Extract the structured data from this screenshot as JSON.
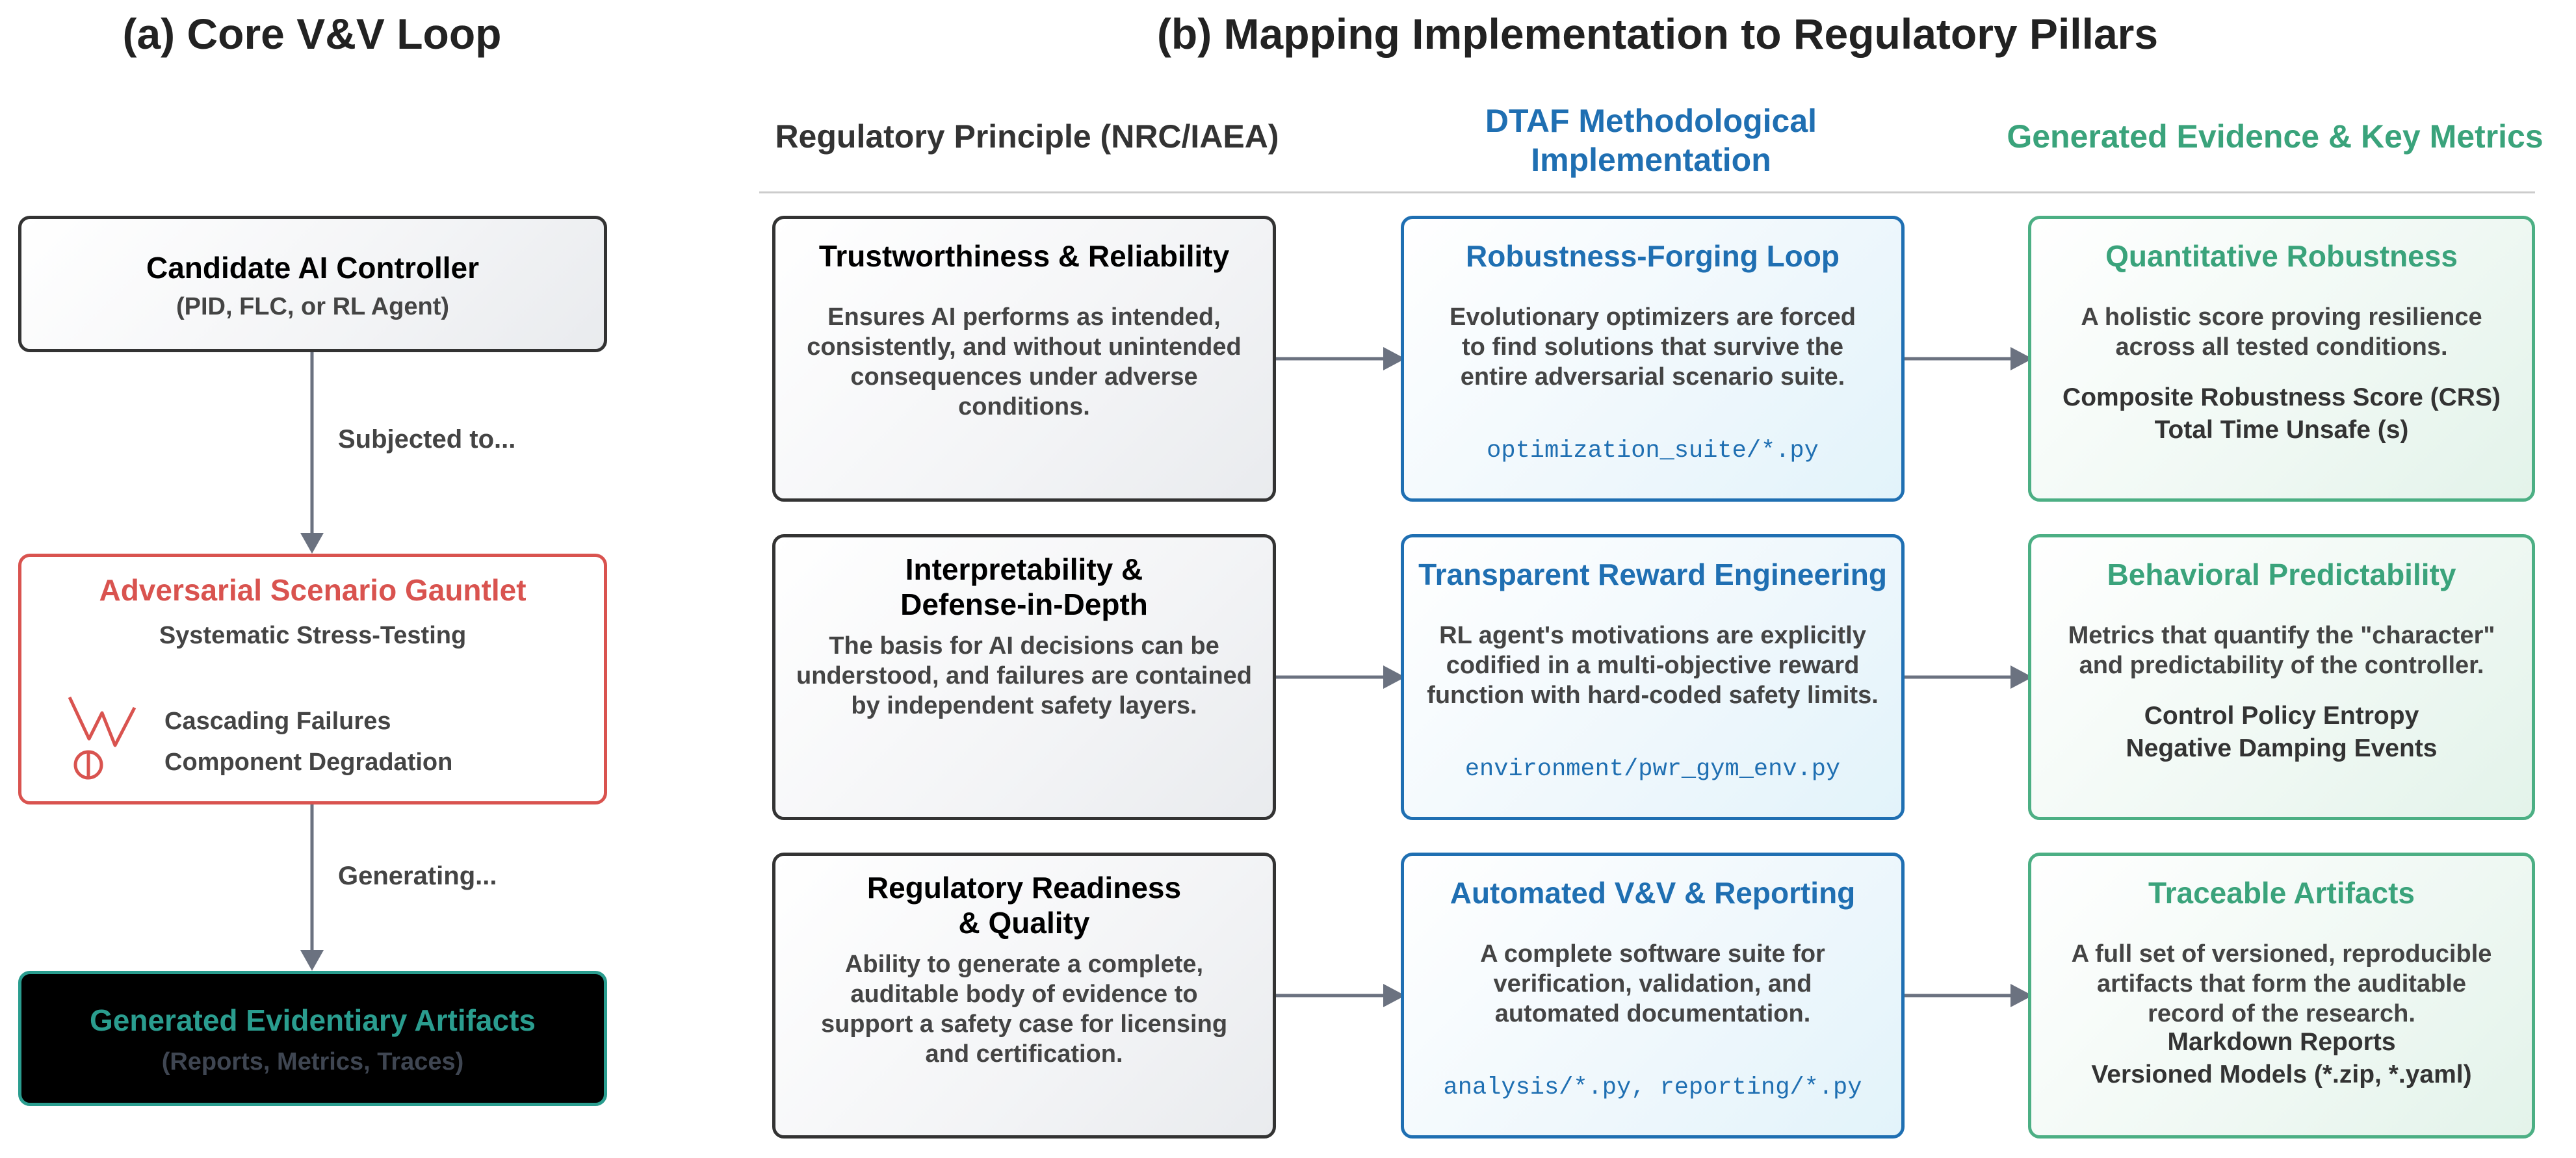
{
  "panel_a": {
    "title": "(a) Core V&V Loop",
    "controller": {
      "title": "Candidate AI Controller",
      "subtitle": "(PID, FLC, or RL Agent)"
    },
    "edge1_label": "Subjected to...",
    "gauntlet": {
      "title": "Adversarial Scenario Gauntlet",
      "subtitle": "Systematic Stress-Testing",
      "items": [
        "Cascading Failures",
        "Component Degradation"
      ]
    },
    "edge2_label": "Generating...",
    "artifacts": {
      "title": "Generated Evidentiary Artifacts",
      "subtitle": "(Reports, Metrics, Traces)"
    }
  },
  "panel_b": {
    "title": "(b) Mapping Implementation to Regulatory Pillars",
    "columns": {
      "principle": "Regulatory Principle (NRC/IAEA)",
      "implementation": [
        "DTAF Methodological",
        "Implementation"
      ],
      "evidence": "Generated Evidence & Key Metrics"
    },
    "rows": [
      {
        "principle": {
          "title": [
            "Trustworthiness & Reliability"
          ],
          "desc": [
            "Ensures AI performs as intended,",
            "consistently, and without unintended",
            "consequences under adverse",
            "conditions."
          ]
        },
        "implementation": {
          "title": "Robustness-Forging Loop",
          "desc": [
            "Evolutionary optimizers are forced",
            "to find solutions that survive the",
            "entire adversarial scenario suite."
          ],
          "code": "optimization_suite/*.py"
        },
        "evidence": {
          "title": "Quantitative Robustness",
          "desc": [
            "A holistic score proving resilience",
            "across all tested conditions."
          ],
          "metrics": [
            "Composite Robustness Score (CRS)",
            "Total Time Unsafe (s)"
          ]
        }
      },
      {
        "principle": {
          "title": [
            "Interpretability &",
            "Defense-in-Depth"
          ],
          "desc": [
            "The basis for AI decisions can be",
            "understood, and failures are contained",
            "by independent safety layers."
          ]
        },
        "implementation": {
          "title": "Transparent Reward Engineering",
          "desc": [
            "RL agent's motivations are explicitly",
            "codified in a multi-objective reward",
            "function with hard-coded safety limits."
          ],
          "code": "environment/pwr_gym_env.py"
        },
        "evidence": {
          "title": "Behavioral Predictability",
          "desc": [
            "Metrics that quantify the \"character\"",
            "and predictability of the controller."
          ],
          "metrics": [
            "Control Policy Entropy",
            "Negative Damping Events"
          ]
        }
      },
      {
        "principle": {
          "title": [
            "Regulatory Readiness",
            "& Quality"
          ],
          "desc": [
            "Ability to generate a complete,",
            "auditable body of evidence to",
            "support a safety case for licensing",
            "and certification."
          ]
        },
        "implementation": {
          "title": "Automated V&V & Reporting",
          "desc": [
            "A complete software suite for",
            "verification, validation, and",
            "automated documentation."
          ],
          "code": "analysis/*.py, reporting/*.py"
        },
        "evidence": {
          "title": "Traceable Artifacts",
          "desc": [
            "A full set of versioned, reproducible",
            "artifacts that form the auditable",
            "record of the research."
          ],
          "metrics": [
            "Markdown Reports",
            "Versioned Models (*.zip, *.yaml)"
          ]
        }
      }
    ]
  },
  "colors": {
    "gray_border": "#333333",
    "blue": "#1f6fb2",
    "green": "#3aa37b",
    "red": "#d9534f",
    "teal": "#2a9d8f",
    "arrow": "#6b7280"
  },
  "icons": [
    "failure-zigzag-icon",
    "degradation-gauge-icon"
  ]
}
